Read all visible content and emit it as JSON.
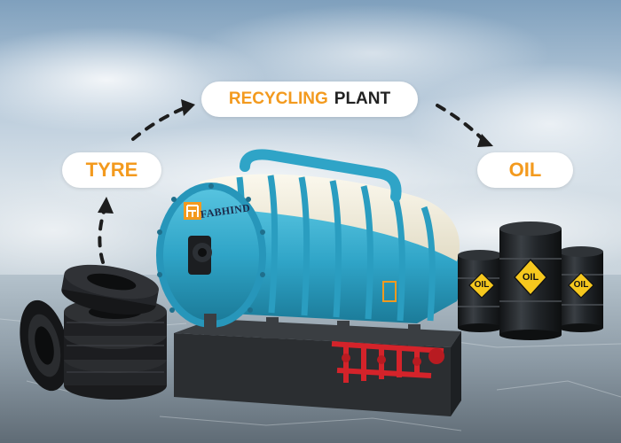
{
  "labels": {
    "tyre": "TYRE",
    "plant_word1": "RECYCLING",
    "plant_word2": "PLANT",
    "oil": "OIL"
  },
  "machine": {
    "brand": "FABHIND",
    "brand_icon": "fabhind-logo-icon"
  },
  "drums": {
    "label": "OIL",
    "count": 3
  },
  "colors": {
    "accent_orange": "#f39a1e",
    "label_dark": "#222222",
    "tank_cyan": "#2fa4c7",
    "tank_cream": "#f1eddc",
    "drum_black": "#1e2124",
    "drum_label_yellow": "#f6c81e",
    "pipe_red": "#d4232a"
  }
}
